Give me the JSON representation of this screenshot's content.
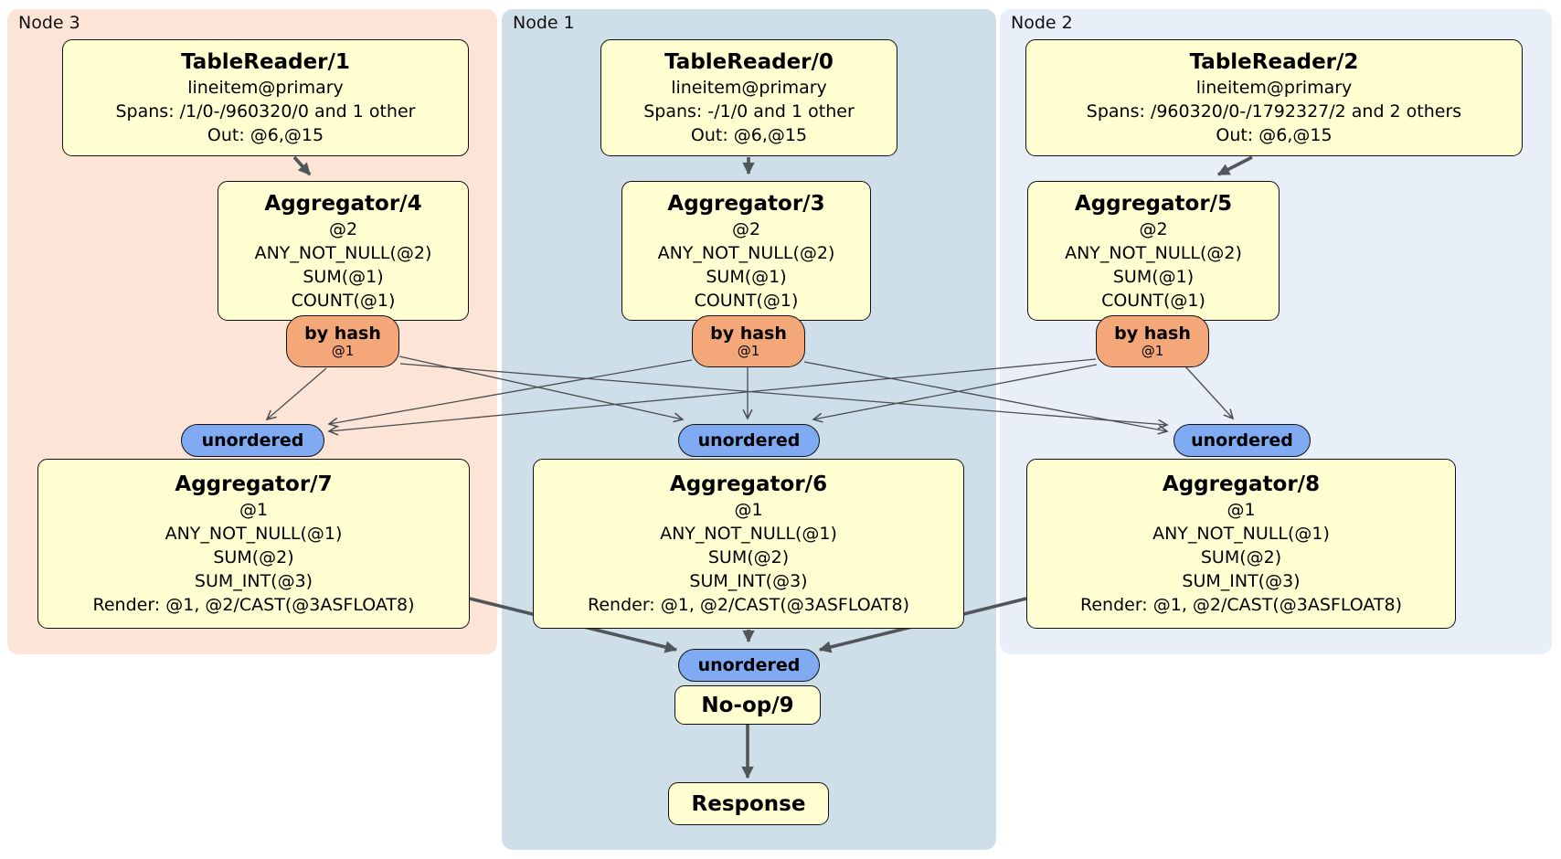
{
  "regions": {
    "node3": {
      "label": "Node 3"
    },
    "node1": {
      "label": "Node 1"
    },
    "node2": {
      "label": "Node 2"
    }
  },
  "router": {
    "label": "by hash",
    "sub": "@1"
  },
  "sync": {
    "label": "unordered"
  },
  "boxes": {
    "tr1": {
      "title": "TableReader/1",
      "lines": [
        "lineitem@primary",
        "Spans: /1/0-/960320/0 and 1 other",
        "Out: @6,@15"
      ]
    },
    "tr0": {
      "title": "TableReader/0",
      "lines": [
        "lineitem@primary",
        "Spans: -/1/0 and 1 other",
        "Out: @6,@15"
      ]
    },
    "tr2": {
      "title": "TableReader/2",
      "lines": [
        "lineitem@primary",
        "Spans: /960320/0-/1792327/2 and 2 others",
        "Out: @6,@15"
      ]
    },
    "agg4": {
      "title": "Aggregator/4",
      "lines": [
        "@2",
        "ANY_NOT_NULL(@2)",
        "SUM(@1)",
        "COUNT(@1)"
      ]
    },
    "agg3": {
      "title": "Aggregator/3",
      "lines": [
        "@2",
        "ANY_NOT_NULL(@2)",
        "SUM(@1)",
        "COUNT(@1)"
      ]
    },
    "agg5": {
      "title": "Aggregator/5",
      "lines": [
        "@2",
        "ANY_NOT_NULL(@2)",
        "SUM(@1)",
        "COUNT(@1)"
      ]
    },
    "agg7": {
      "title": "Aggregator/7",
      "lines": [
        "@1",
        "ANY_NOT_NULL(@1)",
        "SUM(@2)",
        "SUM_INT(@3)",
        "Render: @1, @2/CAST(@3ASFLOAT8)"
      ]
    },
    "agg6": {
      "title": "Aggregator/6",
      "lines": [
        "@1",
        "ANY_NOT_NULL(@1)",
        "SUM(@2)",
        "SUM_INT(@3)",
        "Render: @1, @2/CAST(@3ASFLOAT8)"
      ]
    },
    "agg8": {
      "title": "Aggregator/8",
      "lines": [
        "@1",
        "ANY_NOT_NULL(@1)",
        "SUM(@2)",
        "SUM_INT(@3)",
        "Render: @1, @2/CAST(@3ASFLOAT8)"
      ]
    },
    "noop": {
      "title": "No-op/9"
    },
    "response": {
      "title": "Response"
    }
  },
  "colors": {
    "bg-node3": "#fce4d6",
    "bg-node1": "#cfdfe9",
    "bg-node2": "#e9eff9",
    "box-fill": "#ffffd2",
    "router-fill": "#f4a879",
    "sync-fill": "#80aaf2",
    "edge-thin": "#4a4e52",
    "edge-thick": "#51565a"
  }
}
